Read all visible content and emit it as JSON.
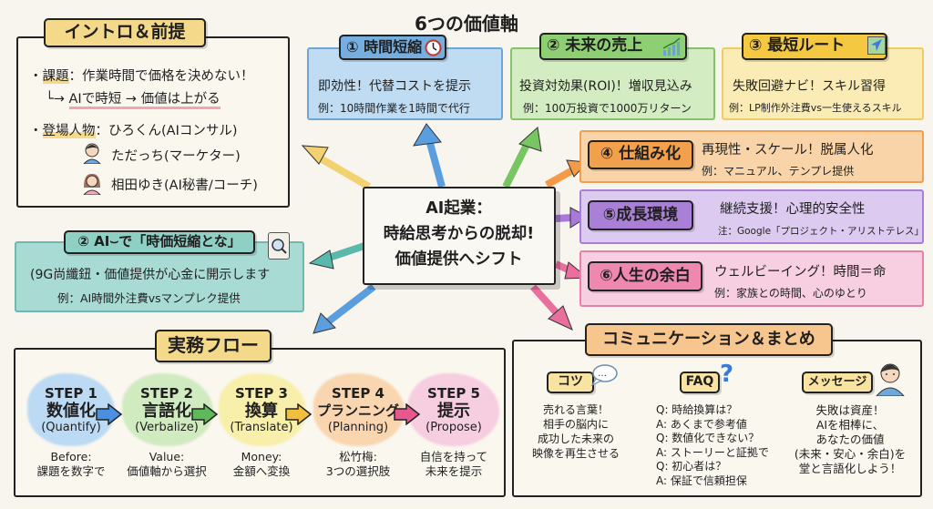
{
  "page_title": "6つの価値軸",
  "intro": {
    "heading": "イントロ＆前提",
    "issue_label": "課題",
    "issue_text": "：作業時間で価格を決めない！",
    "issue_sub_arrow": "└→",
    "issue_sub_text": "AIで時短 → 価値は上がる",
    "characters_label": "登場人物",
    "characters": [
      {
        "name": "：ひろくん(AIコンサル)",
        "icon": "none"
      },
      {
        "name": "ただっち(マーケター)",
        "icon": "boy-avatar-icon"
      },
      {
        "name": "相田ゆき(AI秘書/コーチ)",
        "icon": "girl-avatar-icon"
      }
    ]
  },
  "ai_time": {
    "heading": "② AI⌣で「時価短縮とな」",
    "line1": "(9G尚纖鈕・価値提供が心金に開示します",
    "line2": "例：AI時間外注費vsマンプレク提供"
  },
  "center": {
    "line1": "AI起業：",
    "line2": "時給思考からの脱却!",
    "line3": "価値提供へシフト"
  },
  "value_axes": [
    {
      "id": 1,
      "label": "① 時間短縮",
      "icon": "clock-icon",
      "main": "即効性！代替コストを提示",
      "example": "例：10時間作業を1時間で代行",
      "color": "#a8cdea",
      "label_color": "#76aee0",
      "arrow_color": "#5b9ee0"
    },
    {
      "id": 2,
      "label": "② 未来の売上",
      "icon": "chart-growth-icon",
      "main": "投資対効果(ROI)！増収見込み",
      "example": "例：100万投資で1000万リターン",
      "color": "#c9e6b4",
      "label_color": "#8fcf74",
      "arrow_color": "#78c563"
    },
    {
      "id": 3,
      "label": "③ 最短ルート",
      "icon": "navigation-map-icon",
      "main": "失敗回避ナビ！スキル習得",
      "example": "例：LP制作外注費vs一生使えるスキル",
      "color": "#fbe7a6",
      "label_color": "#f5c842",
      "arrow_color": "#f2d171"
    },
    {
      "id": 4,
      "label": "④ 仕組み化",
      "icon": "none",
      "main": "再現性・スケール！脱属人化",
      "example": "例：マニュアル、テンプレ提供",
      "color": "#f9d3a6",
      "label_color": "#f3a04d",
      "arrow_color": "#f29a46"
    },
    {
      "id": 5,
      "label": "⑤成長環境",
      "icon": "none",
      "main": "継続支援！心理的安全性",
      "example": "注：Google「プロジェクト・アリストテレス」",
      "color": "#dccaf0",
      "label_color": "#a980d6",
      "arrow_color": "#a879d9"
    },
    {
      "id": 6,
      "label": "⑥人生の余白",
      "icon": "none",
      "main": "ウェルビーイング！時間＝命",
      "example": "例：家族との時間、心のゆとり",
      "color": "#f7cfe0",
      "label_color": "#ee88b0",
      "arrow_color": "#ea6f9d"
    }
  ],
  "flow": {
    "heading": "実務フロー",
    "steps": [
      {
        "step": "STEP 1",
        "name": "数値化",
        "en": "(Quantify)",
        "desc1": "Before:",
        "desc2": "課題を数字で",
        "color": "#bcdaf3",
        "arrow_color": "#4a8fe0"
      },
      {
        "step": "STEP 2",
        "name": "言語化",
        "en": "(Verbalize)",
        "desc1": "Value:",
        "desc2": "価値軸から選択",
        "color": "#d1ebc1",
        "arrow_color": "#5fb85a"
      },
      {
        "step": "STEP 3",
        "name": "換算",
        "en": "(Translate)",
        "desc1": "Money:",
        "desc2": "金額へ変換",
        "color": "#f8efaa",
        "arrow_color": "#f2be3e"
      },
      {
        "step": "STEP 4",
        "name": "プランニング",
        "en": "(Planning)",
        "desc1": "松竹梅:",
        "desc2": "3つの選択肢",
        "color": "#f9d6b0",
        "arrow_color": "#e8578e"
      },
      {
        "step": "STEP 5",
        "name": "提示",
        "en": "(Propose)",
        "desc1": "自信を持って",
        "desc2": "未来を提示",
        "color": "#f7cde0",
        "arrow_color": ""
      }
    ]
  },
  "communication": {
    "heading": "コミュニケーション＆まとめ",
    "tips": {
      "label": "コツ",
      "lines": [
        "売れる言葉！",
        "相手の脳内に",
        "成功した未来の",
        "映像を再生させる"
      ]
    },
    "faq": {
      "label": "FAQ",
      "lines": [
        "Q: 時給換算は？",
        "A: あくまで参考値",
        "Q: 数値化できない？",
        "A: ストーリーと証拠で",
        "Q: 初心者は？",
        "A: 保証で信頼担保"
      ]
    },
    "message": {
      "label": "メッセージ",
      "lines": [
        "失敗は資産！",
        "AIを相棒に、",
        "あなたの価値",
        "(未来・安心・余白)を",
        "堂と言語化しよう！"
      ]
    }
  }
}
